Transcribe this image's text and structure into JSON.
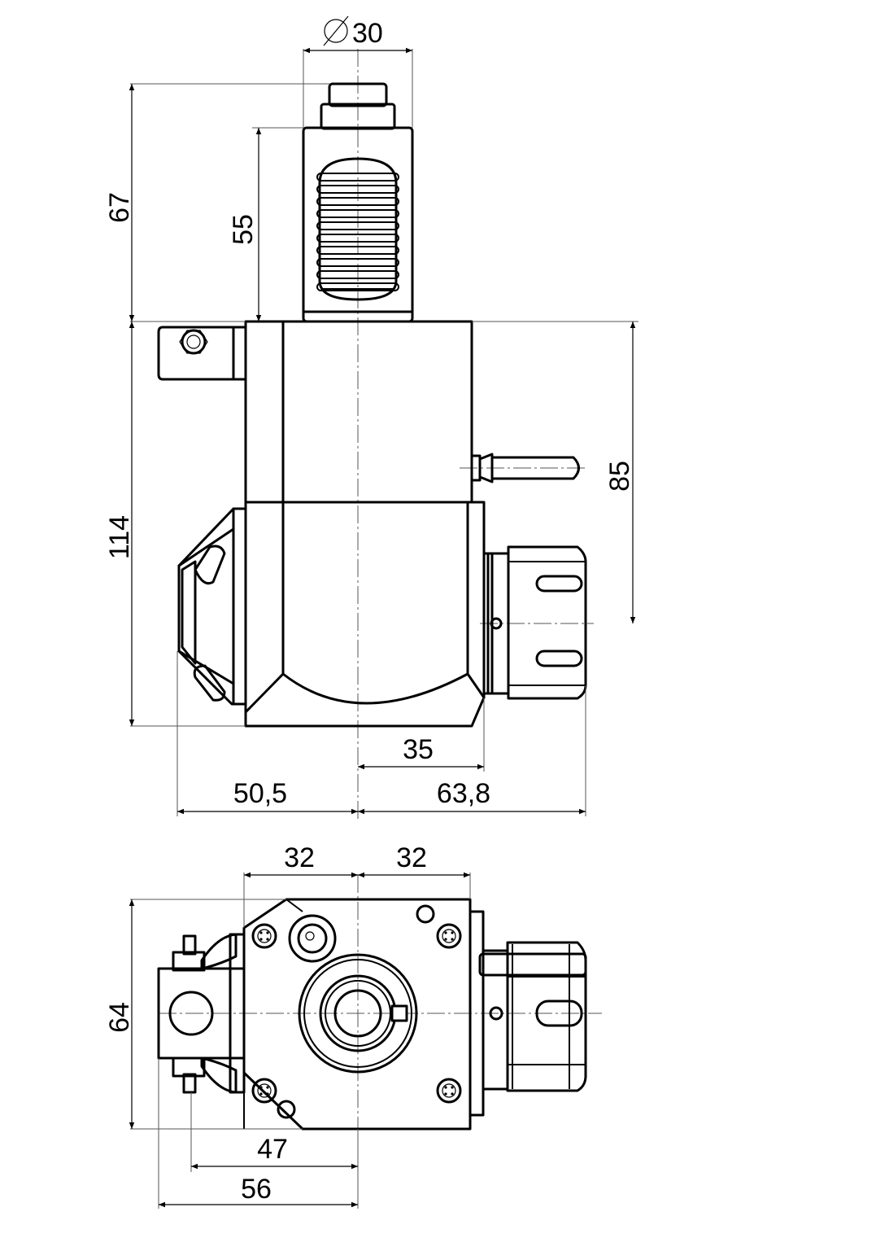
{
  "dimensions": {
    "shank_diameter": "30",
    "shank_height_total": "67",
    "shank_height": "55",
    "body_height": "114",
    "spindle_height": "85",
    "spindle_offset": "35",
    "left_width": "50,5",
    "right_width": "63,8",
    "bottom_left_32": "32",
    "bottom_right_32": "32",
    "bottom_height": "64",
    "bottom_47": "47",
    "bottom_56": "56"
  },
  "diameter_symbol": "⌀"
}
